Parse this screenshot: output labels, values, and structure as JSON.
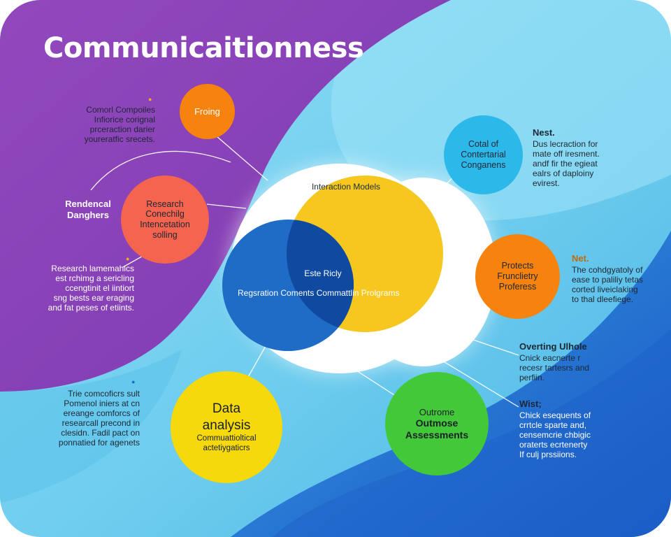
{
  "title": "Communicaitionness",
  "colors": {
    "purple": "#8a44b8",
    "sky": "#6fcdee",
    "deep_blue": "#1f6fd2",
    "orange": "#f7830f",
    "coral": "#f4644e",
    "cyan": "#2db8ea",
    "yellow": "#f5d90a",
    "green": "#43c83a",
    "venn_blue": "#1e6cc6",
    "venn_yellow": "#f5c30c",
    "overlap": "#0f4aa0"
  },
  "nodes": {
    "framing": {
      "label": "Froing"
    },
    "research": {
      "lines": [
        "Research",
        "Conechilg",
        "Intencetation",
        "solling"
      ]
    },
    "contextual": {
      "lines": [
        "Cotal of",
        "Contertarial",
        "Conganens"
      ]
    },
    "projects": {
      "lines": [
        "Protects",
        "Frunclietry",
        "Proferess"
      ]
    },
    "data": {
      "title_lines": [
        "Data",
        "analysis"
      ],
      "sub_lines": [
        "Commuattioltical",
        "actetiygaticrs"
      ]
    },
    "outcome": {
      "lines": [
        "Outrome",
        "Outmose",
        "Assessments"
      ]
    }
  },
  "venn": {
    "interaction_label": "Interaction Models",
    "overlap_label": "Este Ricly",
    "blue_lines": [
      "Regsration",
      "Coments",
      "Commattlin",
      "Prolgrams"
    ]
  },
  "descriptions": {
    "framing": {
      "lines": [
        "Comorl Compoiles",
        "Infiorice corignal",
        "prceraction darier",
        "youreratfic srecets."
      ]
    },
    "research_head": {
      "lines": [
        "Rendencal",
        "Danghers"
      ]
    },
    "research": {
      "lines": [
        "Research lamemahics",
        "est rchimg a sericling",
        "ccengtinit el iintiort",
        "sng bests ear eraging",
        "and fat peses of etiints."
      ]
    },
    "data": {
      "lines": [
        "Trie comcoficrs sult",
        "Pomenol iniers at cn",
        "ereange comforcs of",
        "researcall precond in",
        "clesidn. Fadil pact on",
        "ponnatied for agenets"
      ]
    },
    "contextual": {
      "heading": "Nest.",
      "lines": [
        "Dus lecraction for",
        "mate off iresment.",
        "andf fir the egieat",
        "ealrs of daploiny",
        "evirest."
      ]
    },
    "projects": {
      "heading": "Net.",
      "lines": [
        "The cohdgyatoly of",
        "ease to paliliy tetas",
        "corted liveiclaking",
        "to thal dleefiege."
      ]
    },
    "overting": {
      "heading": "Overting Ulhole",
      "lines": [
        "Cnick eacnerte r",
        "recesr tartesrs and",
        "perfiin."
      ]
    },
    "outcome": {
      "heading": "Wist;",
      "lines": [
        "Chick esequents of",
        "crrtcle sparte and,",
        "censemcrie chbigic",
        "oraterts ecrtenerty",
        "If culj prssiions."
      ]
    }
  },
  "icons": {
    "framing": "accent-dot-icon",
    "research": "accent-dot-icon",
    "data": "accent-dot-icon"
  }
}
